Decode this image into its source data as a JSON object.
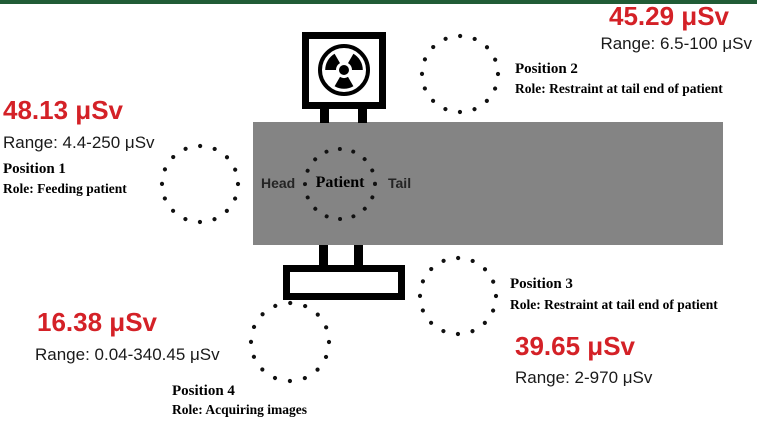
{
  "colors": {
    "accent_red": "#d42127",
    "table_gray": "#848484",
    "top_bar_green": "#215c36",
    "marker_black": "#111111"
  },
  "diagram": {
    "head_label": "Head",
    "patient_label": "Patient",
    "tail_label": "Tail",
    "radiation_icon": "radiation-trefoil-sign",
    "position_marker_icon": "dotted-circle-marker"
  },
  "positions": [
    {
      "dose": "48.13 μSv",
      "range": "Range: 4.4-250 μSv",
      "label": "Position 1",
      "role": "Role: Feeding patient"
    },
    {
      "dose": "45.29 μSv",
      "range": "Range: 6.5-100 μSv",
      "label": "Position 2",
      "role": "Role: Restraint at tail end of patient"
    },
    {
      "dose": "39.65 μSv",
      "range": "Range: 2-970 μSv",
      "label": "Position 3",
      "role": "Role: Restraint at tail end of patient"
    },
    {
      "dose": "16.38 μSv",
      "range": "Range: 0.04-340.45 μSv",
      "label": "Position 4",
      "role": "Role: Acquiring images"
    }
  ]
}
